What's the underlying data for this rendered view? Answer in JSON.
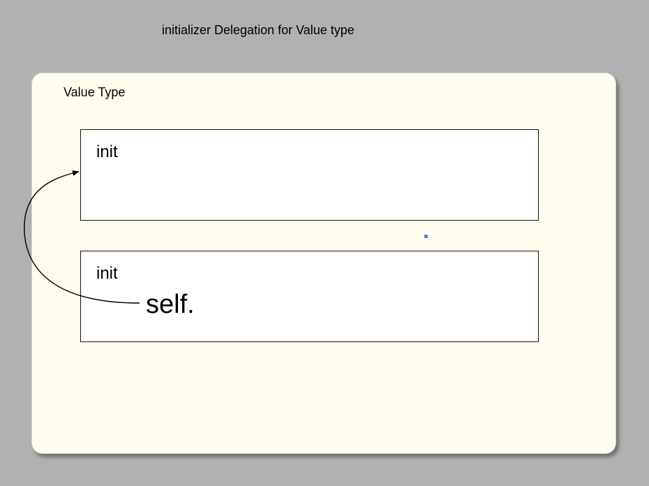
{
  "diagram": {
    "title": "initializer Delegation for Value type",
    "panel_label": "Value Type",
    "top_box": {
      "label": "init"
    },
    "bottom_box": {
      "label": "init",
      "call_text": "self."
    }
  }
}
